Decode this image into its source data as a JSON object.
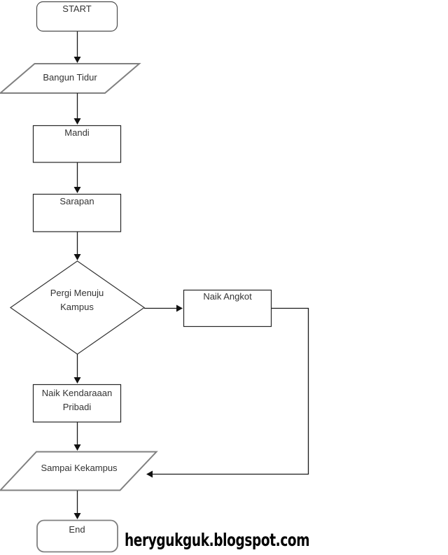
{
  "flowchart": {
    "nodes": {
      "start": {
        "type": "terminator",
        "label": "START"
      },
      "bangun_tidur": {
        "type": "input_output",
        "label": "Bangun Tidur"
      },
      "mandi": {
        "type": "process",
        "label": "Mandi"
      },
      "sarapan": {
        "type": "process",
        "label": "Sarapan"
      },
      "decision": {
        "type": "decision",
        "line1": "Pergi Menuju",
        "line2": "Kampus"
      },
      "naik_angkot": {
        "type": "process",
        "label": "Naik Angkot"
      },
      "kendaraan": {
        "type": "process",
        "line1": "Naik Kendaraaan",
        "line2": "Pribadi"
      },
      "sampai_kekampus": {
        "type": "input_output",
        "label": "Sampai Kekampus"
      },
      "end": {
        "type": "terminator",
        "label": "End"
      }
    },
    "edges": [
      {
        "from": "START",
        "to": "Bangun Tidur"
      },
      {
        "from": "Bangun Tidur",
        "to": "Mandi"
      },
      {
        "from": "Mandi",
        "to": "Sarapan"
      },
      {
        "from": "Sarapan",
        "to": "Pergi Menuju Kampus"
      },
      {
        "from": "Pergi Menuju Kampus",
        "to": "Naik Angkot",
        "direction": "right-branch"
      },
      {
        "from": "Pergi Menuju Kampus",
        "to": "Naik Kendaraaan Pribadi",
        "direction": "down-branch"
      },
      {
        "from": "Naik Kendaraaan Pribadi",
        "to": "Sampai Kekampus"
      },
      {
        "from": "Naik Angkot",
        "to": "Sampai Kekampus",
        "direction": "loop-right-down"
      },
      {
        "from": "Sampai Kekampus",
        "to": "End"
      }
    ],
    "colors": {
      "background": "#ffffff",
      "process_border": "#262626",
      "decision_border": "#333333",
      "io_border": "#808080",
      "start_border": "#4d4d4d",
      "end_border": "#808080",
      "connector": "#1a1a1a",
      "arrowhead": "#111111",
      "label_text": "#333333",
      "watermark_text": "#000000"
    }
  },
  "watermark": {
    "text": "herygukguk.blogspot.com"
  }
}
